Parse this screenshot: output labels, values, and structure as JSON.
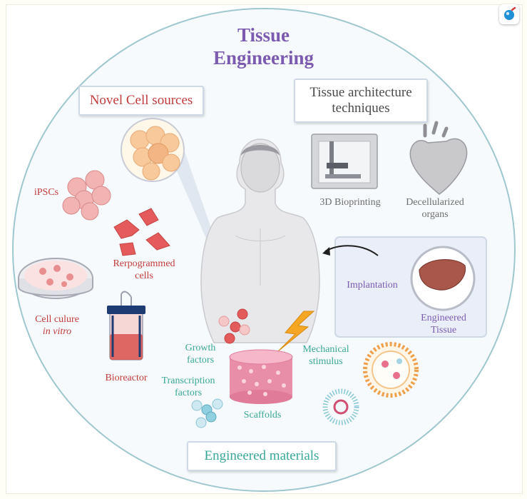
{
  "title": {
    "line1": "Tissue",
    "line2": "Engineering"
  },
  "boxes": {
    "novel_cell_sources": "Novel Cell sources",
    "tissue_architecture": "Tissue architecture techniques",
    "engineered_materials": "Engineered materials"
  },
  "labels": {
    "ipscs": "iPSCs",
    "reprogrammed_cells": "Rerpogrammed cells",
    "cell_culture": "Cell culure",
    "cell_culture_italic": "in vitro",
    "bioreactor": "Bioreactor",
    "bioprinting": "3D Bioprinting",
    "decellularized": "Decellularized organs",
    "implantation": "Implantation",
    "engineered_tissue": "Engineered Tissue",
    "growth_factors": "Growth factors",
    "transcription_factors": "Transcription factors",
    "mechanical_stimulus": "Mechanical stimulus",
    "scaffolds": "Scaffolds"
  },
  "colors": {
    "title": "#7b5bb0",
    "red_label": "#c23b3b",
    "gray_label": "#6e6e6e",
    "teal_label": "#3aa898",
    "purple_label": "#7b5bb0",
    "circle_border": "#9fc7cf",
    "box_border": "#cfd9e6"
  },
  "icons": {
    "corner": "microscope-logo-icon"
  }
}
